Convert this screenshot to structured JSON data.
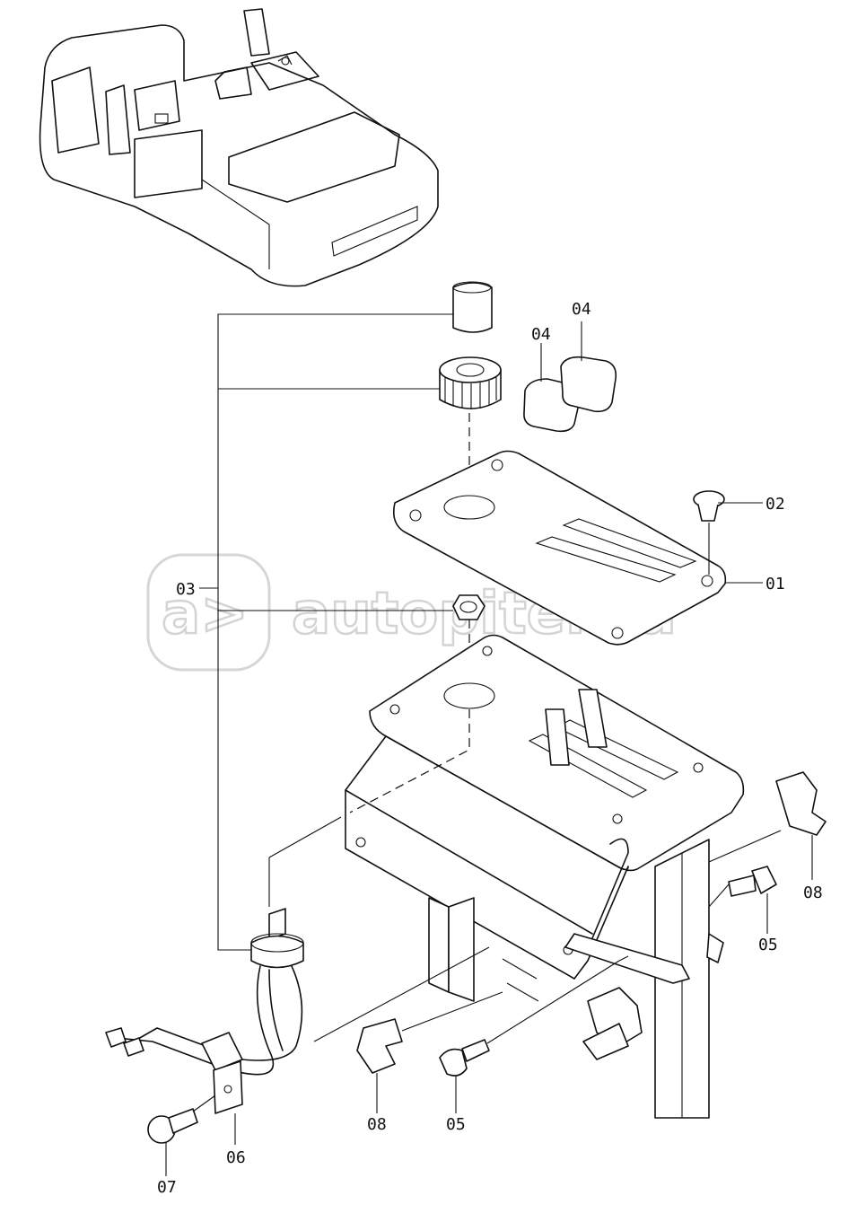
{
  "diagram": {
    "callouts": [
      "01",
      "02",
      "03",
      "04",
      "04",
      "05",
      "05",
      "06",
      "07",
      "08",
      "08"
    ]
  },
  "watermark": {
    "text": "autopiter.ru",
    "logo": "a>"
  }
}
